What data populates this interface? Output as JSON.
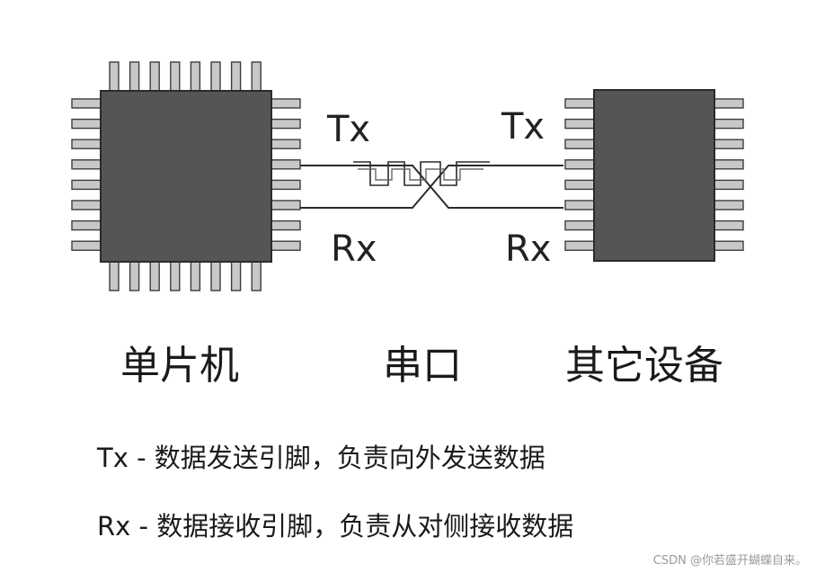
{
  "labels": {
    "left_tx": "Tx",
    "left_rx": "Rx",
    "right_tx": "Tx",
    "right_rx": "Rx",
    "mcu": "单片机",
    "serial": "串口",
    "other_device": "其它设备"
  },
  "notes": {
    "tx": "Tx - 数据发送引脚，负责向外发送数据",
    "rx": "Rx - 数据接收引脚，负责从对侧接收数据"
  },
  "watermark": "CSDN @你若盛开蝴蝶自来。",
  "colors": {
    "chip_body": "#555555",
    "pin": "#c8c8c8",
    "wire": "#2b2b2b"
  }
}
